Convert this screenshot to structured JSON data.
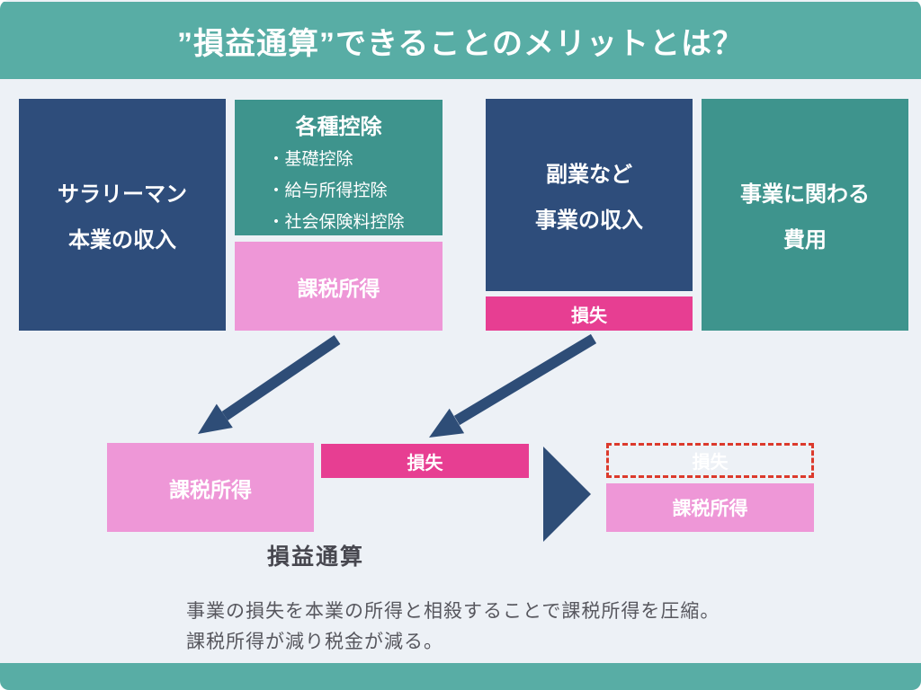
{
  "header": {
    "title": "”損益通算”できることのメリットとは？"
  },
  "income_section": {
    "salary_box": {
      "lines": [
        "サラリーマン",
        "本業の収入"
      ]
    },
    "deductions_box": {
      "title": "各種控除",
      "items": [
        "・基礎控除",
        "・給与所得控除",
        "・社会保険料控除"
      ]
    },
    "taxable_box": {
      "label": "課税所得"
    },
    "side_income_box": {
      "lines": [
        "副業など",
        "事業の収入"
      ]
    },
    "loss_box": {
      "label": "損失"
    },
    "expense_box": {
      "lines": [
        "事業に関わる",
        "費用"
      ]
    }
  },
  "offset_section": {
    "taxable_box": {
      "label": "課税所得"
    },
    "loss_box": {
      "label": "損失"
    },
    "result_loss_box": {
      "label": "損失"
    },
    "result_taxable_box": {
      "label": "課税所得"
    },
    "caption": "損益通算"
  },
  "summary": {
    "line1": "事業の損失を本業の所得と相殺することで課税所得を圧縮。",
    "line2": "課税所得が減り税金が減る。"
  },
  "colors": {
    "teal": "#58ada5",
    "dark_blue": "#2e4d7b",
    "box_teal": "#3e948d",
    "pink": "#ee97d7",
    "magenta": "#e73e92",
    "dashed_red": "#dc3a2c",
    "arrow_blue": "#2e4d77",
    "background": "#edf1f6",
    "label_text": "#47474f",
    "summary_text": "#57575e"
  }
}
